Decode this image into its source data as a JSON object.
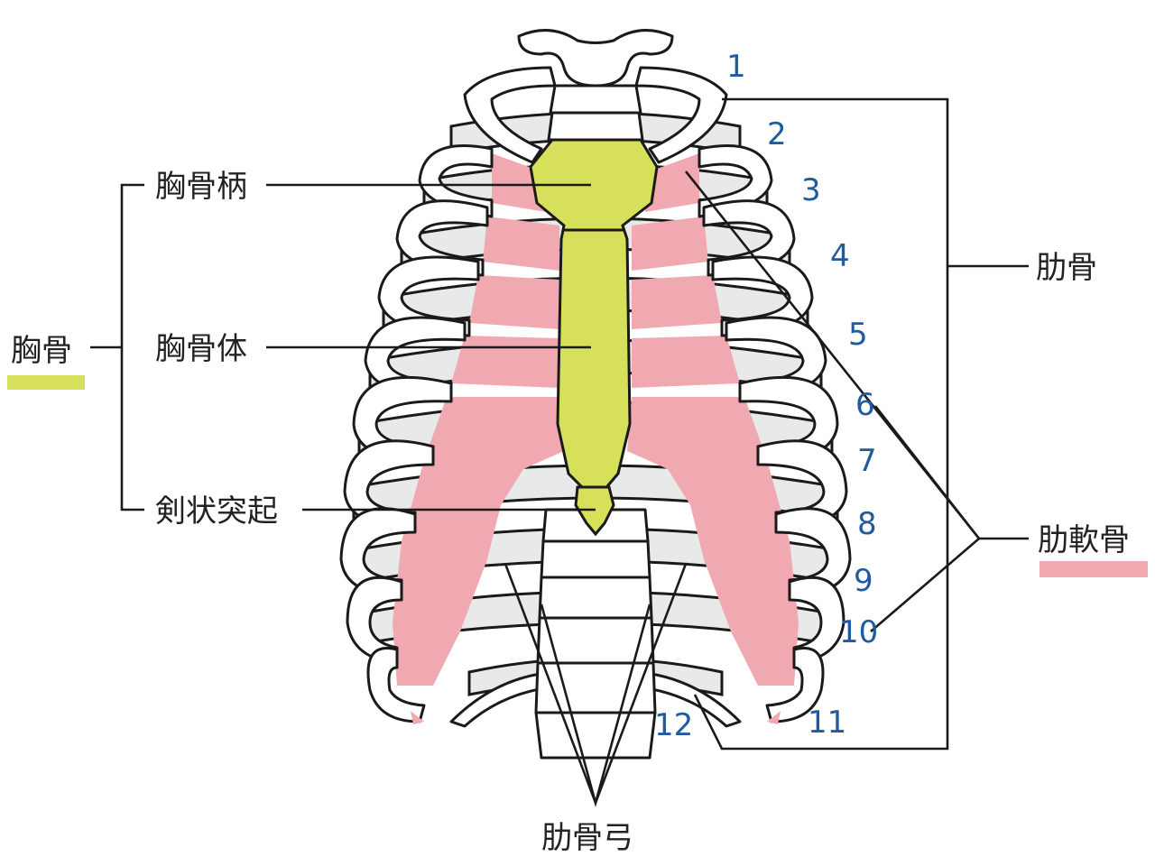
{
  "labels": {
    "manubrium": "胸骨柄",
    "sternum": "胸骨",
    "body": "胸骨体",
    "xiphoid": "剣状突起",
    "ribs": "肋骨",
    "costal_cartilage": "肋軟骨",
    "costal_arch": "肋骨弓"
  },
  "rib_numbers": [
    "1",
    "2",
    "3",
    "4",
    "5",
    "6",
    "7",
    "8",
    "9",
    "10",
    "11",
    "12"
  ],
  "colors": {
    "sternum": "#d6e05a",
    "cartilage": "#f1a9b1",
    "number": "#1f5b9e",
    "back_ribs": "#e8e9e9",
    "lines": "#1a1a1a"
  }
}
